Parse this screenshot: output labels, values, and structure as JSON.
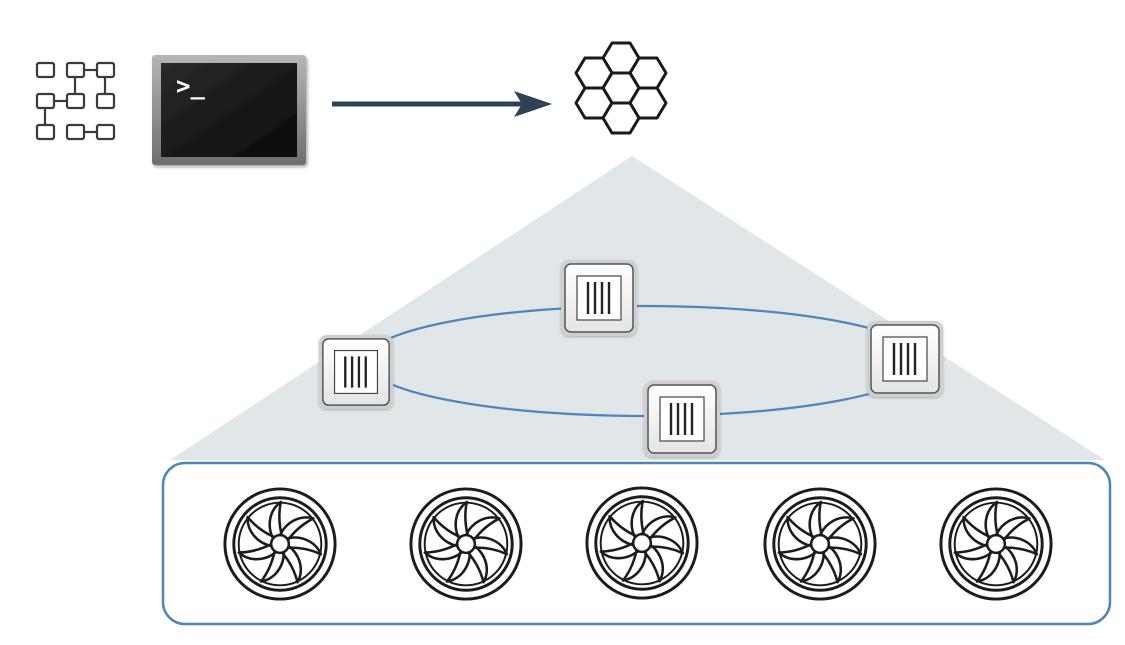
{
  "terminal": {
    "prompt": ">_"
  },
  "icons": {
    "workflow": "workflow-grid-icon",
    "terminal": "terminal-icon",
    "arrow": "right-arrow-icon",
    "cluster": "hexagon-cluster-icon",
    "node": "server-node-icon",
    "fan": "fan-icon"
  },
  "nodes": [
    {
      "id": "top"
    },
    {
      "id": "left"
    },
    {
      "id": "right"
    },
    {
      "id": "bottom"
    }
  ],
  "fans": [
    {
      "id": "fan-1"
    },
    {
      "id": "fan-2"
    },
    {
      "id": "fan-3"
    },
    {
      "id": "fan-4"
    },
    {
      "id": "fan-5"
    }
  ],
  "colors": {
    "arrow": "#2f4256",
    "triangle": "#e1e6e9",
    "ring": "#4e86bc",
    "pool_border": "#4e86bc",
    "terminal_bg": "#111111",
    "terminal_frame": "#8a8a8a",
    "icon_stroke": "#222222"
  }
}
